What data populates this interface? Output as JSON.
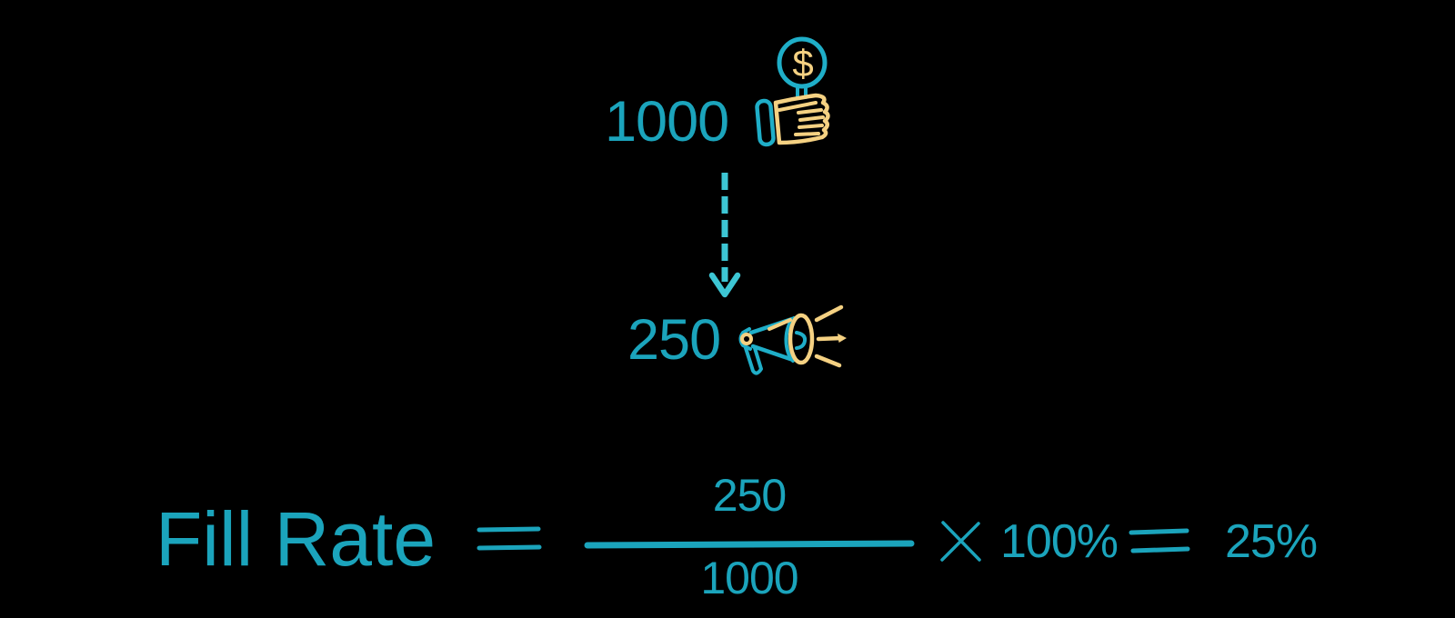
{
  "colors": {
    "background": "#000000",
    "teal": "#1BA4BC",
    "icon_teal": "#1FAEC8",
    "arrow_teal": "#3DC6D4",
    "yellow": "#F5D182"
  },
  "flow": {
    "ad_requests": {
      "value": "1000",
      "icon": "hand-holding-dollar-icon"
    },
    "arrow": {
      "icon": "down-dashed-arrow-icon"
    },
    "ads_served": {
      "value": "250",
      "icon": "megaphone-icon"
    }
  },
  "formula": {
    "label": "Fill Rate",
    "equals": "=",
    "numerator": "250",
    "denominator": "1000",
    "times": "×",
    "multiplier": "100%",
    "result_equals": "=",
    "result": "25%"
  },
  "icons": {
    "dollar_glyph": "$"
  }
}
